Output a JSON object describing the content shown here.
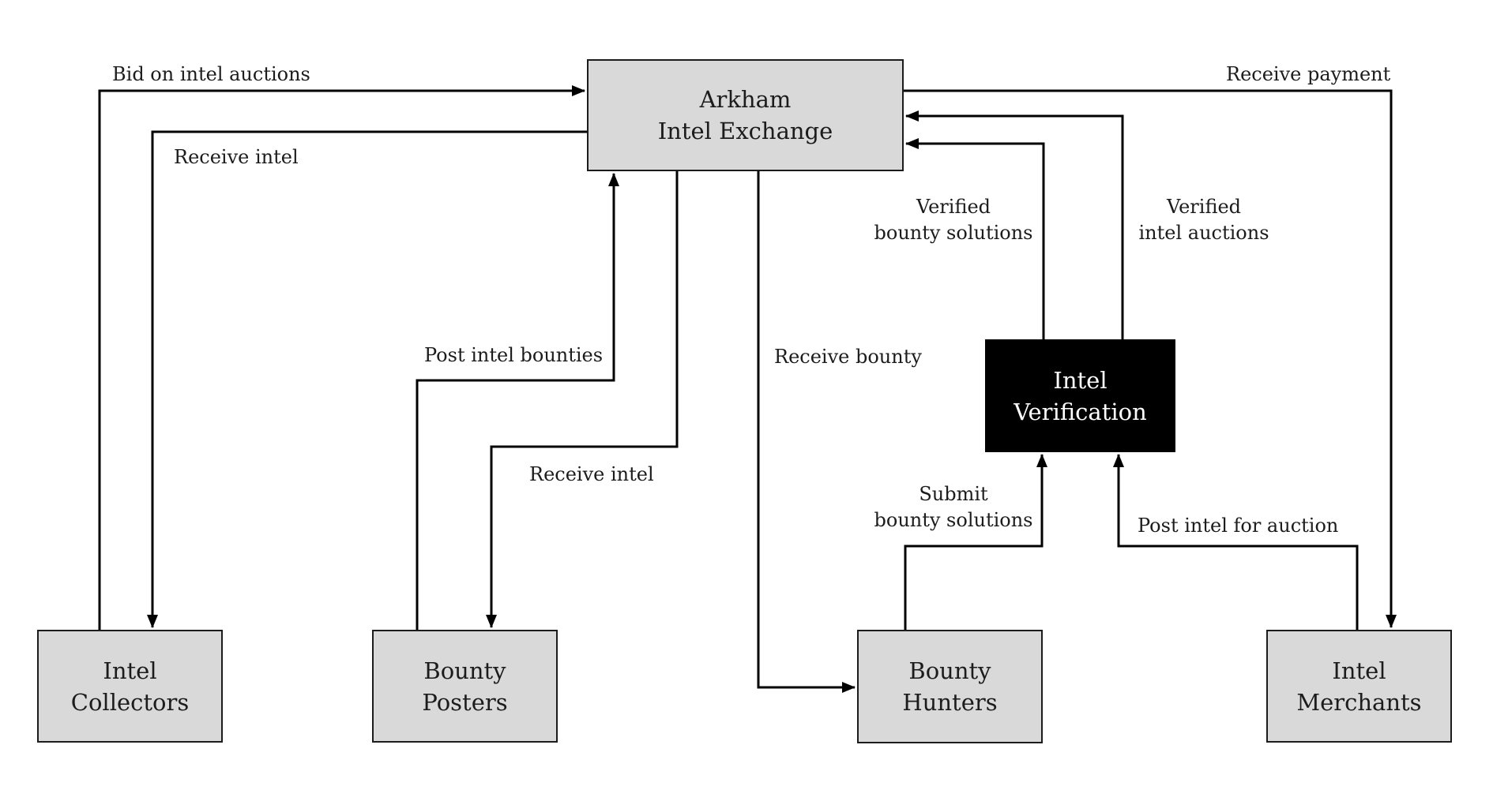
{
  "diagram": {
    "colors": {
      "background": "#ffffff",
      "node_fill": "#d9d9d9",
      "node_border": "#1c1c1c",
      "verification_fill": "#000000",
      "verification_text": "#ffffff",
      "edge_line": "#000000",
      "label_text": "#1c1c1c"
    },
    "nodes": {
      "exchange": {
        "line1": "Arkham",
        "line2": "Intel Exchange"
      },
      "verification": {
        "line1": "Intel",
        "line2": "Verification"
      },
      "collectors": {
        "line1": "Intel",
        "line2": "Collectors"
      },
      "posters": {
        "line1": "Bounty",
        "line2": "Posters"
      },
      "hunters": {
        "line1": "Bounty",
        "line2": "Hunters"
      },
      "merchants": {
        "line1": "Intel",
        "line2": "Merchants"
      }
    },
    "edges": {
      "bid_on_intel_auctions": {
        "label": "Bid on intel auctions",
        "from": "Intel Collectors",
        "to": "Arkham Intel Exchange"
      },
      "receive_intel_collectors": {
        "label": "Receive intel",
        "from": "Arkham Intel Exchange",
        "to": "Intel Collectors"
      },
      "post_intel_bounties": {
        "label": "Post intel bounties",
        "from": "Bounty Posters",
        "to": "Arkham Intel Exchange"
      },
      "receive_intel_posters": {
        "label": "Receive intel",
        "from": "Arkham Intel Exchange",
        "to": "Bounty Posters"
      },
      "receive_bounty": {
        "label": "Receive bounty",
        "from": "Arkham Intel Exchange",
        "to": "Bounty Hunters"
      },
      "submit_bounty_solutions": {
        "label_line1": "Submit",
        "label_line2": "bounty solutions",
        "from": "Bounty Hunters",
        "to": "Intel Verification"
      },
      "post_intel_for_auction": {
        "label": "Post intel for auction",
        "from": "Intel Merchants",
        "to": "Intel Verification"
      },
      "verified_bounty_solutions": {
        "label_line1": "Verified",
        "label_line2": "bounty solutions",
        "from": "Intel Verification",
        "to": "Arkham Intel Exchange"
      },
      "verified_intel_auctions": {
        "label_line1": "Verified",
        "label_line2": "intel auctions",
        "from": "Intel Verification",
        "to": "Arkham Intel Exchange"
      },
      "receive_payment": {
        "label": "Receive payment",
        "from": "Arkham Intel Exchange",
        "to": "Intel Merchants"
      }
    }
  }
}
